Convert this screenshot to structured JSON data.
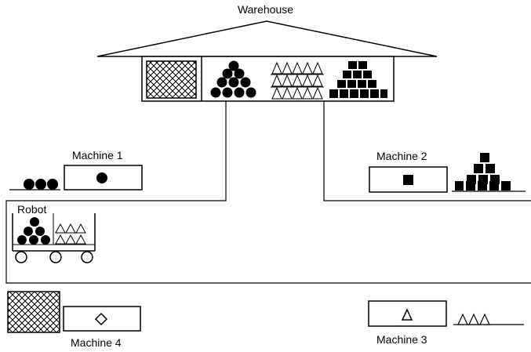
{
  "labels": {
    "warehouse": "Warehouse",
    "machine_1": "Machine 1",
    "machine_2": "Machine 2",
    "machine_3": "Machine 3",
    "machine_4": "Machine 4",
    "robot": "Robot"
  },
  "colors": {
    "ink": "#000000",
    "background": "#ffffff"
  },
  "part_shapes": {
    "machine_1": "circle",
    "machine_2": "square",
    "machine_3": "triangle",
    "machine_4": "diamond",
    "warehouse_bins": [
      "crosshatch",
      "circle",
      "triangle",
      "square"
    ],
    "robot_cart": [
      "circle",
      "triangle"
    ]
  }
}
